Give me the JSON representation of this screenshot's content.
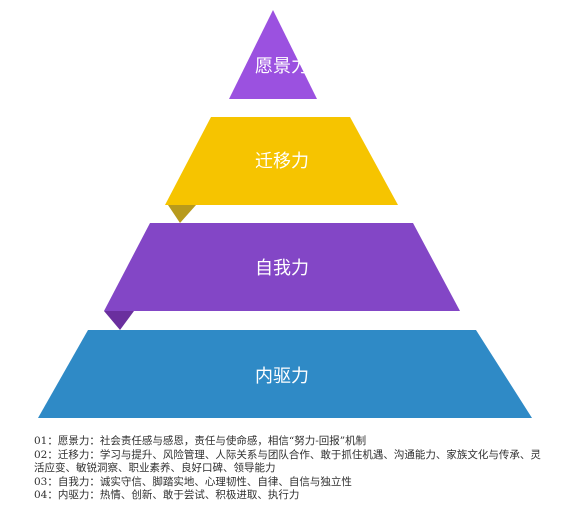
{
  "pyramid": {
    "tiers": [
      {
        "label": "愿景力",
        "color": "#9b51e0"
      },
      {
        "label": "迁移力",
        "color": "#f6c400",
        "fold_color": "#b89a1c"
      },
      {
        "label": "自我力",
        "color": "#8346c6",
        "fold_color": "#6a2f9e"
      },
      {
        "label": "内驱力",
        "color": "#2f8ac6"
      }
    ]
  },
  "notes": [
    "01：愿景力：社会责任感与感恩，责任与使命感，相信“努力-回报”机制",
    "02：迁移力：学习与提升、风险管理、人际关系与团队合作、敢于抓住机遇、沟通能力、家族文化与传承、灵活应变、敏锐洞察、职业素养、良好口碑、领导能力",
    "03：自我力：诚实守信、脚踏实地、心理韧性、自律、自信与独立性",
    "04：内驱力：热情、创新、敢于尝试、积极进取、执行力"
  ]
}
